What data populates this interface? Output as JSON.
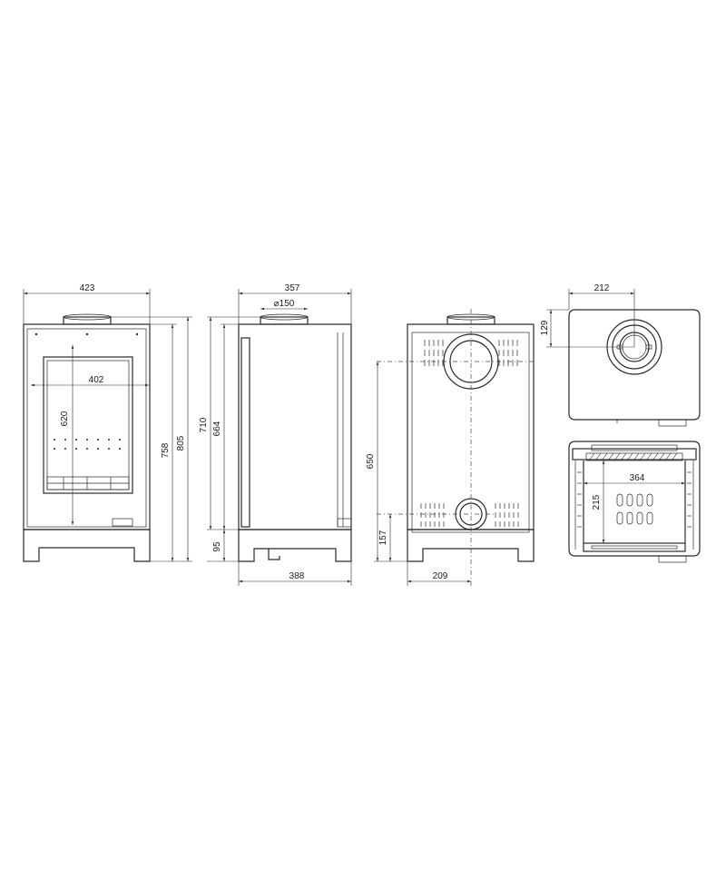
{
  "front_view": {
    "overall_width": "423",
    "glass_width": "402",
    "glass_height": "620",
    "total_height_body": "758",
    "total_height": "805"
  },
  "side_view": {
    "depth": "357",
    "flue_diameter": "⌀150",
    "outlet_height": "710",
    "body_height": "664",
    "base_height": "95",
    "base_depth": "388"
  },
  "rear_view": {
    "rear_outlet_height": "650",
    "air_inlet_height": "157",
    "air_inlet_offset": "209"
  },
  "top_view": {
    "flue_offset_x": "212",
    "flue_offset_y": "129"
  },
  "section_view": {
    "firebox_width": "364",
    "firebox_depth": "215"
  }
}
